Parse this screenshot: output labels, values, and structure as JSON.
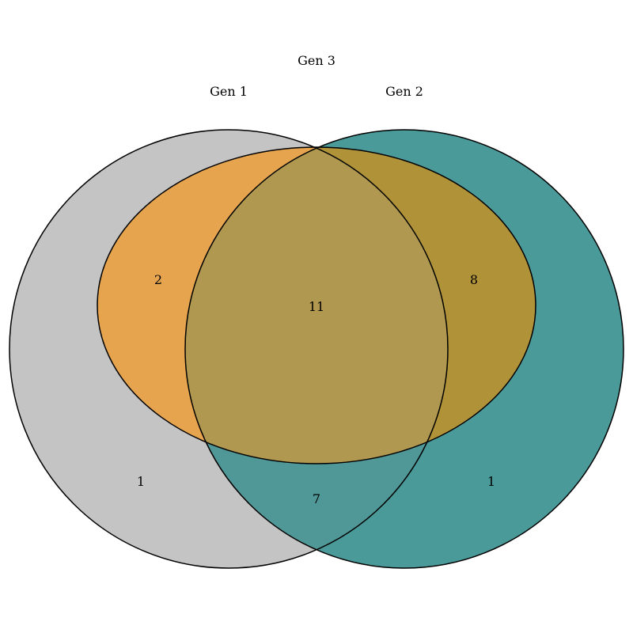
{
  "diagram": {
    "type": "venn",
    "sets": [
      {
        "name": "Gen 1",
        "color": "#C4C4C4"
      },
      {
        "name": "Gen 2",
        "color": "#4B9A9A"
      },
      {
        "name": "Gen 3",
        "color": "#E6A44F"
      }
    ],
    "regions": {
      "gen1_only": "1",
      "gen2_only": "1",
      "gen3_only": "",
      "gen1_gen3": "2",
      "gen2_gen3": "8",
      "gen1_gen2": "7",
      "all_three": "11"
    },
    "overlap_colors": {
      "gen1_gen3": "#E6A44F",
      "gen2_gen3": "#B09238",
      "gen1_gen2": "#509797",
      "all_three": "#B09850"
    }
  }
}
